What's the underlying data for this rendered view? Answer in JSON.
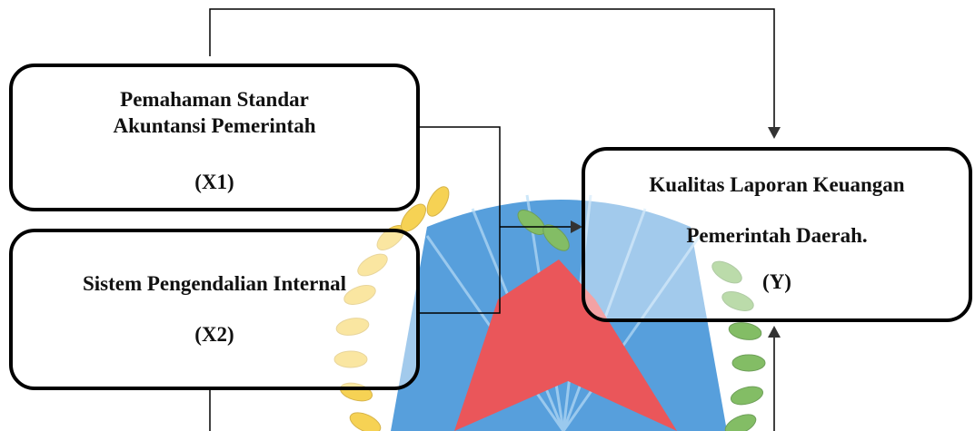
{
  "diagram": {
    "x1": {
      "line1": "Pemahaman Standar",
      "line2": "Akuntansi Pemerintah",
      "code": "(X1)"
    },
    "x2": {
      "line1": "Sistem Pengendalian Internal",
      "code": "(X2)"
    },
    "y": {
      "line1": "Kualitas Laporan Keuangan",
      "line2": "Pemerintah Daerah.",
      "code": "(Y)"
    }
  },
  "colors": {
    "line": "#000000",
    "arrow": "#333333",
    "emblem_red": "#e31e24",
    "emblem_blue": "#1f7fd1",
    "emblem_gold": "#f3c31b",
    "emblem_green": "#5aa832"
  },
  "watermark": {
    "icon": "university-emblem-icon"
  }
}
